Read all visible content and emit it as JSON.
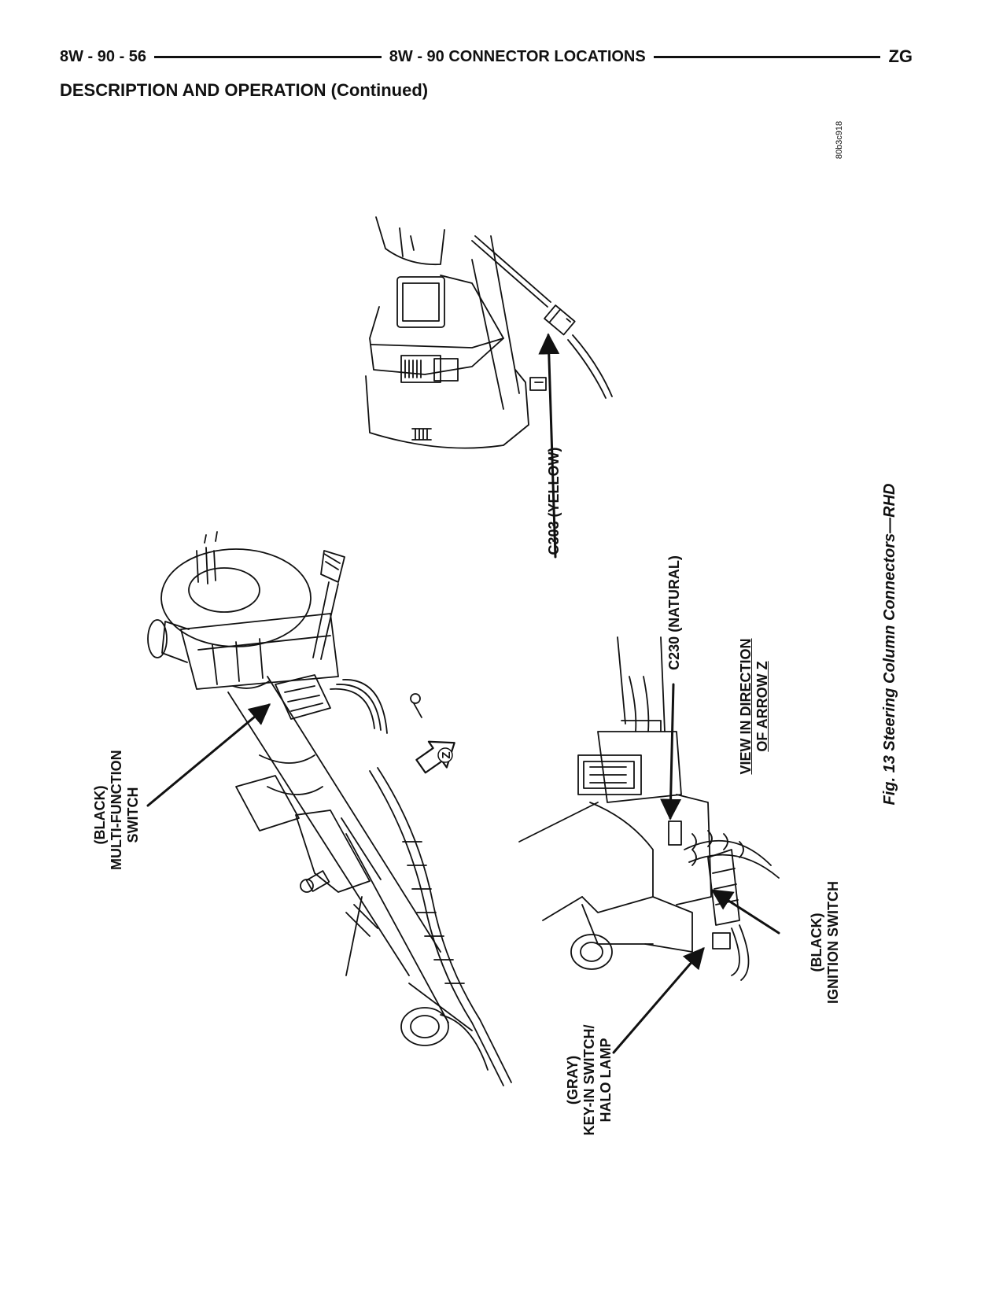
{
  "header": {
    "page_number": "8W - 90 - 56",
    "title": "8W - 90 CONNECTOR LOCATIONS",
    "code": "ZG"
  },
  "section": {
    "title": "DESCRIPTION AND OPERATION (Continued)"
  },
  "figure": {
    "id": "80b3c918",
    "caption": "Fig. 13 Steering Column Connectors—RHD",
    "arrow_marker": "Z",
    "labels": {
      "c303": "C303 (YELLOW)",
      "c230": "C230 (NATURAL)",
      "view_line1": "VIEW IN DIRECTION",
      "view_line2": "OF ARROW Z",
      "mfs_line1": "(BLACK)",
      "mfs_line2": "MULTI-FUNCTION",
      "mfs_line3": "SWITCH",
      "ign_line1": "(BLACK)",
      "ign_line2": "IGNITION SWITCH",
      "key_line1": "(GRAY)",
      "key_line2": "KEY-IN SWITCH/",
      "key_line3": "HALO LAMP"
    }
  }
}
